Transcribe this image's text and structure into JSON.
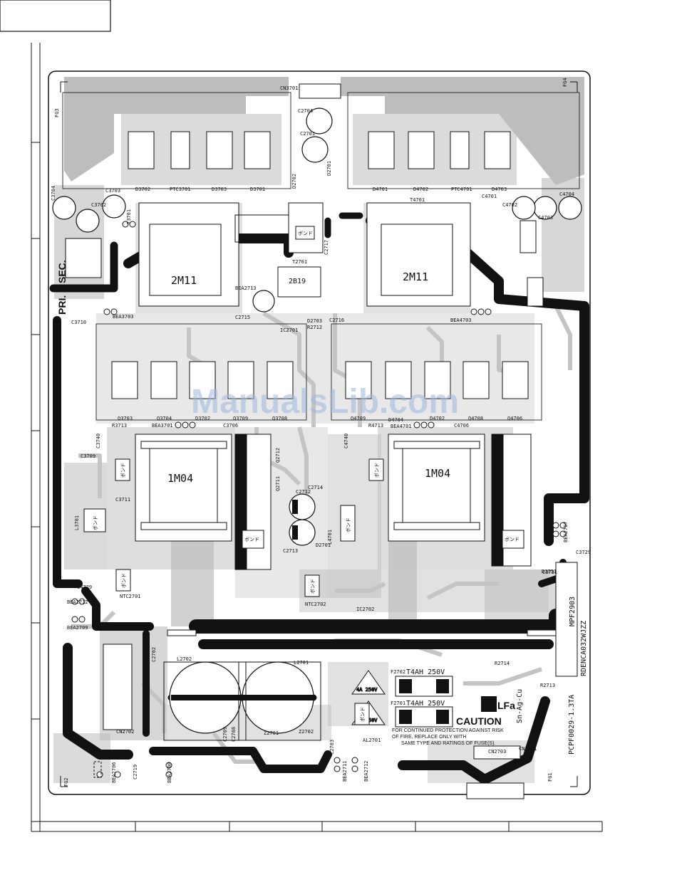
{
  "board": {
    "transformers": [
      "2M11",
      "2M11",
      "2B19",
      "1M04",
      "1M04"
    ],
    "part_code": "RDENCA032WJZZ",
    "board_code": "MPF2903",
    "pcb_code": "PCPF0029-1.3TA",
    "lead_free_mark": "LFa",
    "solder_mark": "Sn-Ag-Cu",
    "primary_label": "PRI.",
    "secondary_label": "SEC.",
    "watermark": "ManualsLib.com",
    "bond_label": "ボンド"
  },
  "fuses": [
    {
      "ref": "F2702",
      "rating": "T4AH 250V",
      "small": "4A 250V"
    },
    {
      "ref": "F2701",
      "rating": "T4AH 250V",
      "small": "4A 250V"
    }
  ],
  "caution": {
    "title": "CAUTION",
    "line1": "FOR CONTINUED PROTECTION AGAINST RISK",
    "line2": "OF FIRE, REPLACE ONLY WITH",
    "line3": "SAME TYPE AND RATINGS OF FUSE(S)."
  },
  "component_refs": [
    "CN3701",
    "C2704",
    "C2701",
    "D3702",
    "PTC3701",
    "D3703",
    "D3701",
    "D4701",
    "D4702",
    "PTC4701",
    "D4703",
    "C3704",
    "C3702",
    "C3703",
    "C4701",
    "C4702",
    "C4703",
    "C4704",
    "FG3",
    "FG4",
    "FG1",
    "FG2",
    "T2701",
    "T4701",
    "T3701",
    "D2702",
    "D2701",
    "IC2701",
    "D2703",
    "R2712",
    "C2715",
    "C2716",
    "C2717",
    "Q3703",
    "Q3704",
    "D3702",
    "Q3709",
    "Q3708",
    "Q4709",
    "D4704",
    "D4702",
    "Q4708",
    "Q4706",
    "BEA3701",
    "BEA4701",
    "BEA3703",
    "BEA4703",
    "BEA2713",
    "C3710",
    "C3706",
    "C4706",
    "R3713",
    "R4713",
    "C3709",
    "C3711",
    "L3701",
    "L4701",
    "Q2712",
    "Q2711",
    "C2712",
    "C2713",
    "D2701",
    "C2714",
    "D3751",
    "NTC2701",
    "NTC2702",
    "IC2702",
    "C4729",
    "BEA2712",
    "BEA2709",
    "L2702",
    "L2701",
    "C2709",
    "C2708",
    "Z2701",
    "Z2702",
    "C2702",
    "C2703",
    "AL2701",
    "R2714",
    "R2713",
    "CN2702",
    "CN2703",
    "BEA2706",
    "BEA2707",
    "BEA2708",
    "BEA2711",
    "BEA2712",
    "C2719",
    "CN3701",
    "C3729",
    "C3731",
    "C3740",
    "C4740"
  ],
  "title_block": {
    "cells": [
      "",
      "",
      "",
      "",
      "",
      ""
    ]
  }
}
